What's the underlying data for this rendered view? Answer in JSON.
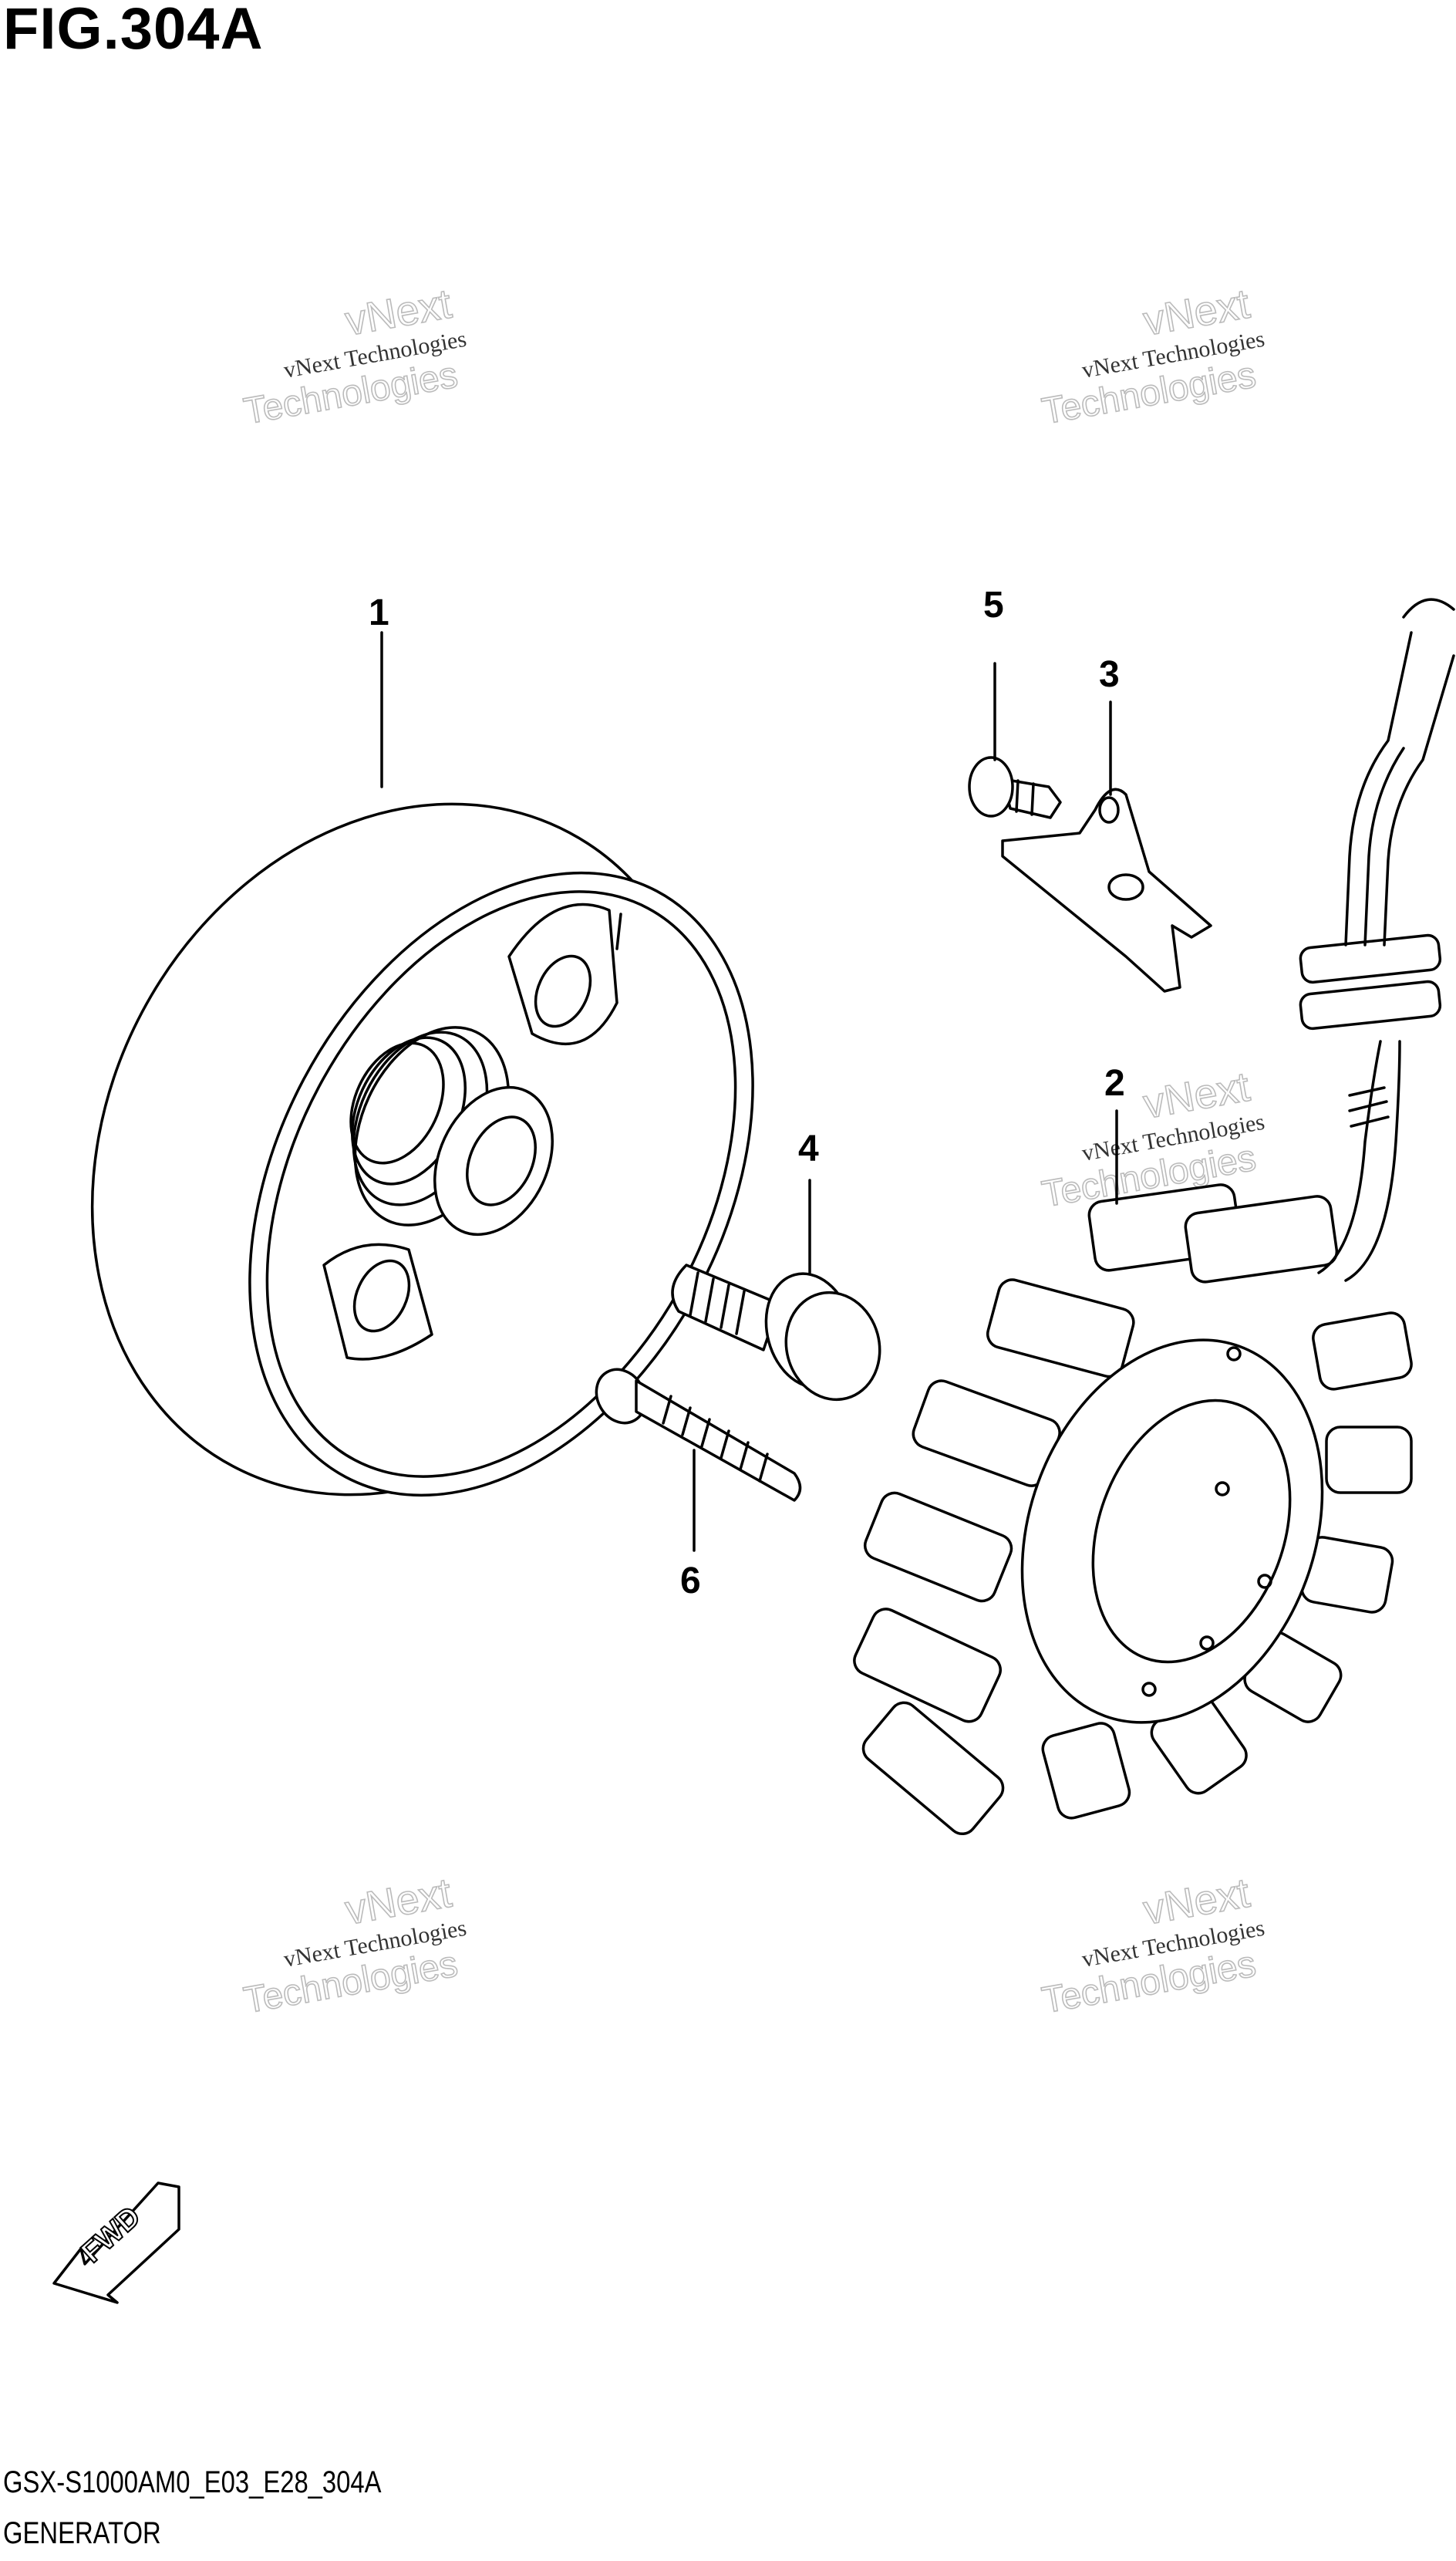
{
  "figure": {
    "title": "FIG.304A",
    "model_code": "GSX-S1000AM0_E03_E28_304A",
    "name": "GENERATOR"
  },
  "callouts": [
    "1",
    "2",
    "3",
    "4",
    "5",
    "6"
  ],
  "watermark": {
    "line1": "vNext Technologies",
    "line2": "vNext",
    "line3": "Technologies"
  },
  "fwd_label": "FWD"
}
